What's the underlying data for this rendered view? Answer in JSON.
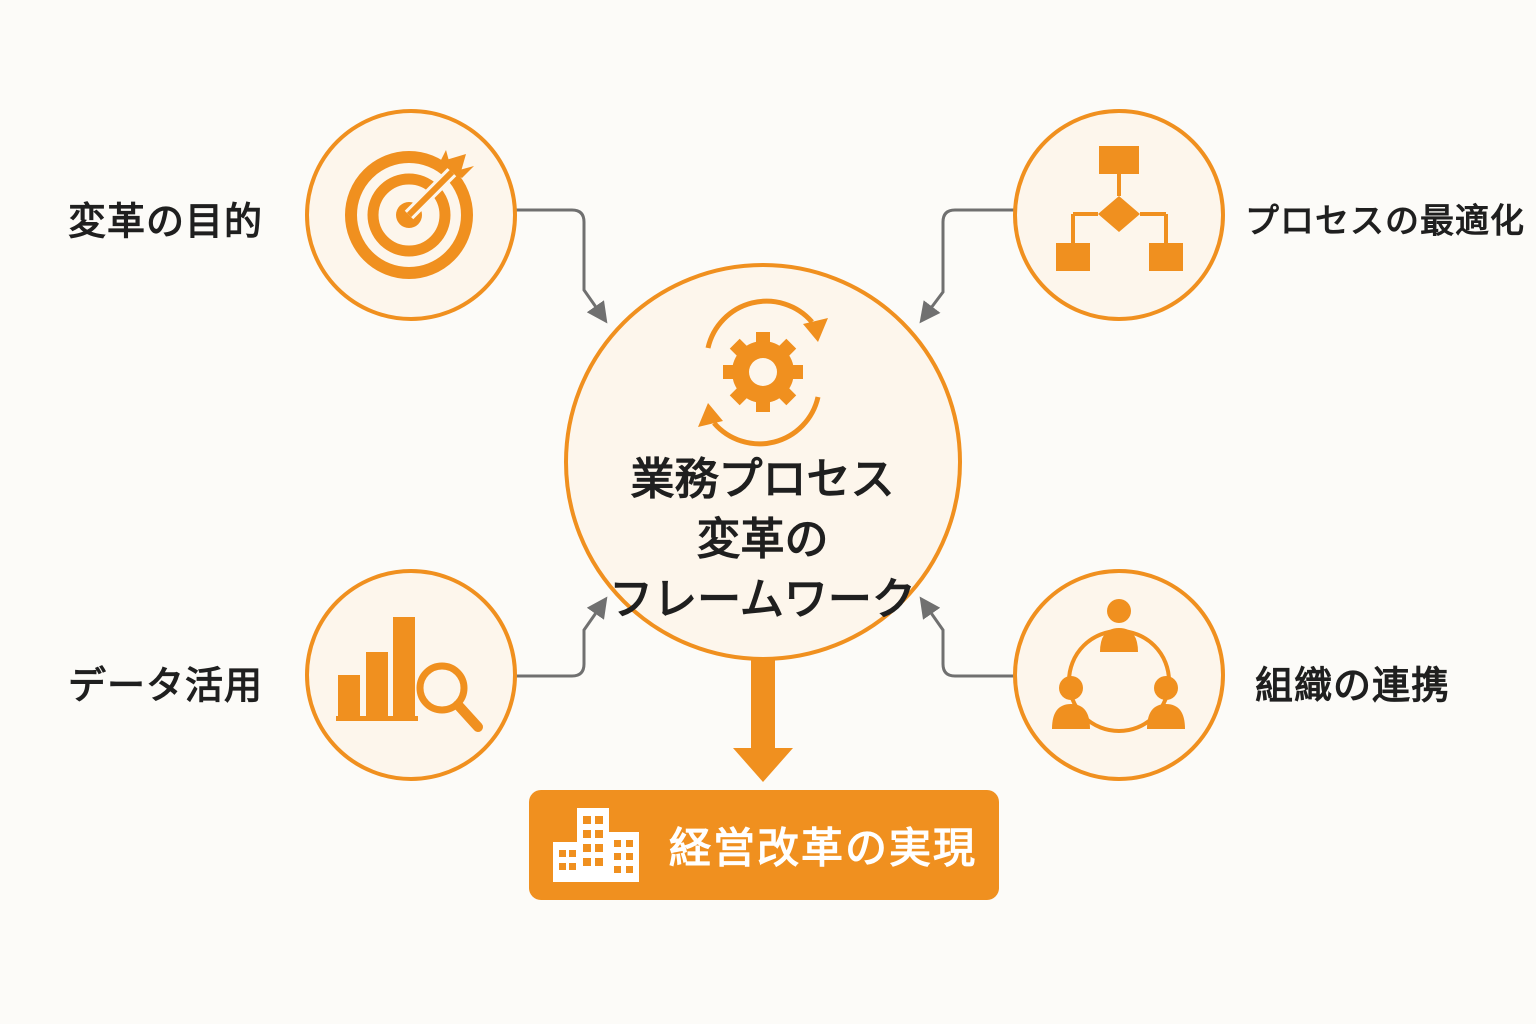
{
  "colors": {
    "accent": "#f0901f",
    "circle_fill": "#fdf6ec",
    "arrow": "#707070",
    "text": "#1f1f1f",
    "background": "#fcfbf8"
  },
  "center": {
    "lines": [
      "業務プロセス",
      "変革の",
      "フレームワーク"
    ],
    "icon": "gear-cycle-icon"
  },
  "nodes": {
    "top_left": {
      "label": "変革の目的",
      "icon": "target-icon"
    },
    "top_right": {
      "label": "プロセスの最適化",
      "icon": "flowchart-icon"
    },
    "bottom_left": {
      "label": "データ活用",
      "icon": "chart-search-icon"
    },
    "bottom_right": {
      "label": "組織の連携",
      "icon": "team-network-icon"
    }
  },
  "result": {
    "label": "経営改革の実現",
    "icon": "building-icon"
  }
}
